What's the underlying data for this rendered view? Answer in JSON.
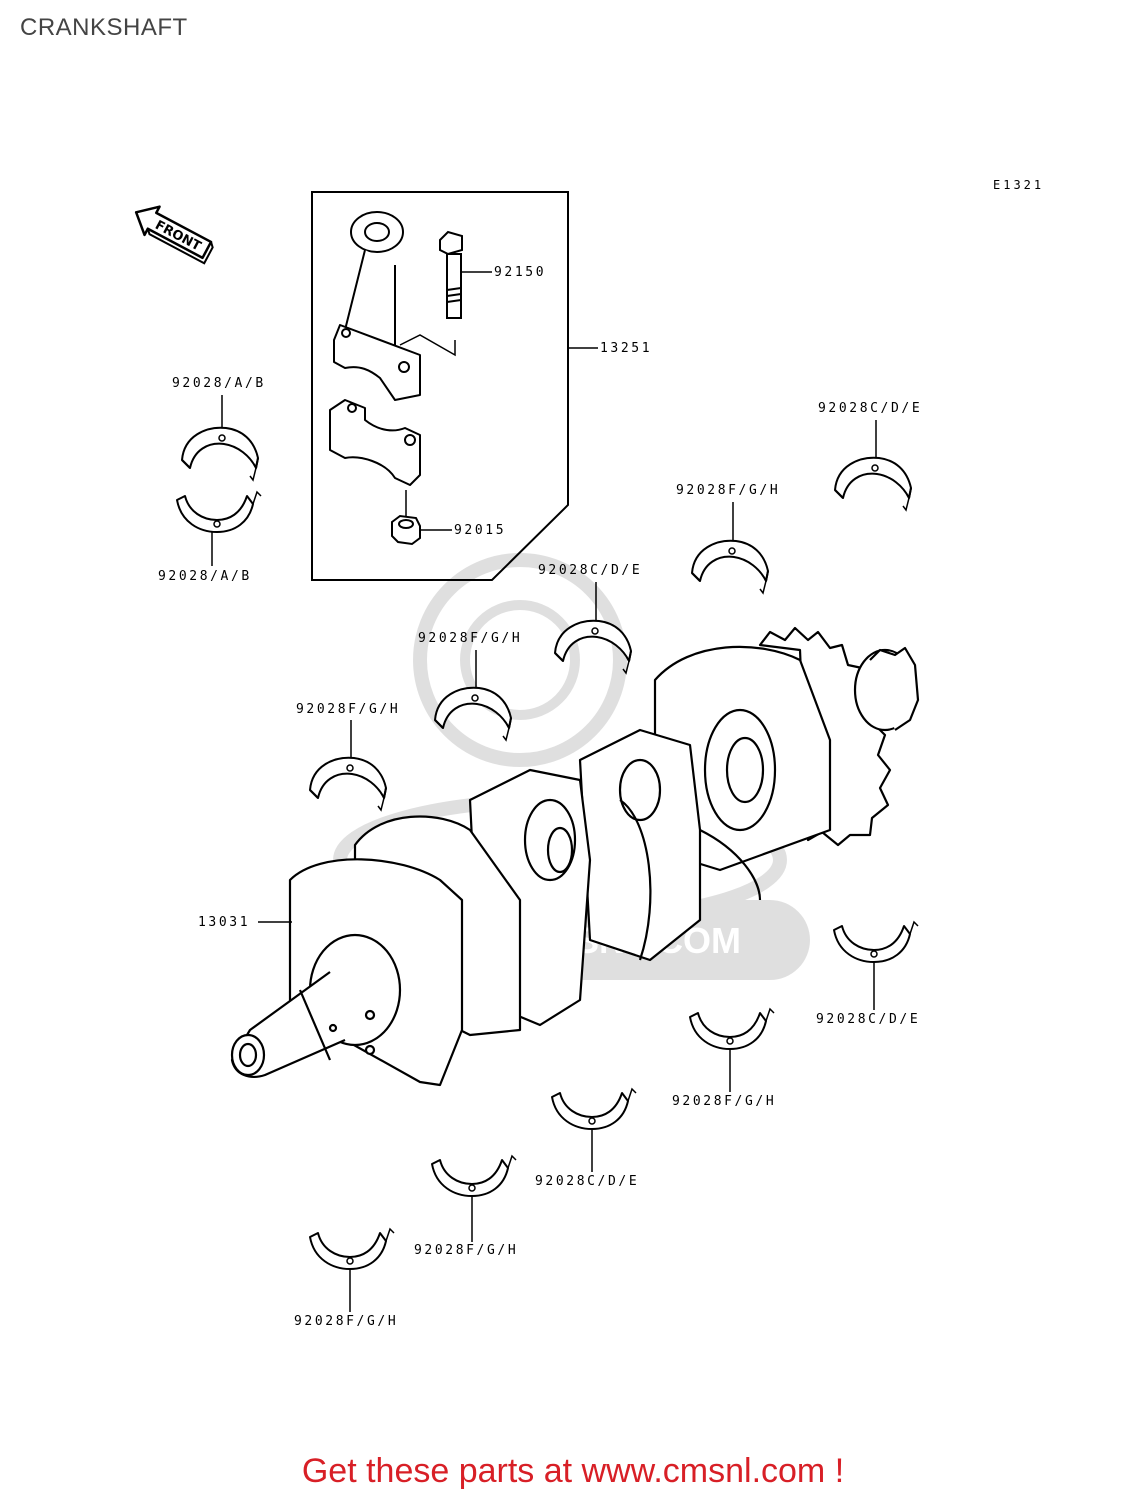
{
  "page_title": "CRANKSHAFT",
  "diagram_code": "E1321",
  "front_label": "FRONT",
  "watermark": "WWW.CMSNL.COM",
  "promo_text": "Get these parts at www.cmsnl.com !",
  "parts": {
    "con_rod_bolt": "92150",
    "con_rod_assy": "13251",
    "con_rod_nut": "92015",
    "crankshaft": "13031",
    "rod_bearing_upper": "92028/A/B",
    "rod_bearing_lower": "92028/A/B",
    "main_upper_cde_1": "92028C/D/E",
    "main_upper_fgh_1": "92028F/G/H",
    "main_upper_cde_2": "92028C/D/E",
    "main_upper_fgh_2": "92028F/G/H",
    "main_upper_fgh_3": "92028F/G/H",
    "main_lower_cde_1": "92028C/D/E",
    "main_lower_fgh_1": "92028F/G/H",
    "main_lower_cde_2": "92028C/D/E",
    "main_lower_fgh_2": "92028F/G/H",
    "main_lower_fgh_3": "92028F/G/H"
  }
}
